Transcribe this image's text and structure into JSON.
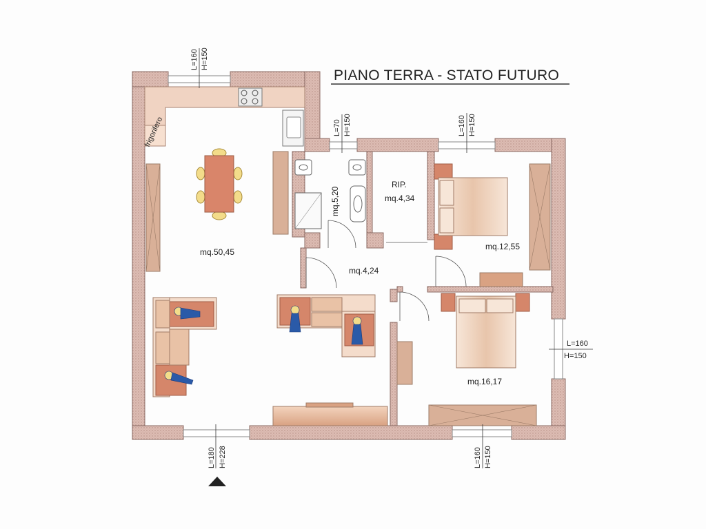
{
  "title": "PIANO TERRA - STATO FUTURO",
  "rooms": {
    "living": "mq.50,45",
    "bath": "mq.5,20",
    "storage_name": "RIP.",
    "storage_area": "mq.4,34",
    "hall": "mq.4,24",
    "bedroom1": "mq.12,55",
    "bedroom2": "mq.16,17"
  },
  "fridge_label": "frigorifero",
  "openings": {
    "w_living_top": {
      "l": "L=160",
      "h": "H=150"
    },
    "w_bath_top": {
      "l": "L=70",
      "h": "H=150"
    },
    "w_bed1_top": {
      "l": "L=160",
      "h": "H=150"
    },
    "w_bed2_right": {
      "l": "L=160",
      "h": "H=150"
    },
    "w_entrance": {
      "l": "L=180",
      "h": "H=228"
    },
    "w_bed2_bottom": {
      "l": "L=160",
      "h": "H=150"
    }
  },
  "colors": {
    "wall": "#d8b4ac",
    "wall_stroke": "#8a6a64",
    "wood": "#c9a58c",
    "sofa": "#e9c4a8",
    "sofa_dark": "#c97a5a",
    "bed": "#f1d6c1",
    "person": "#2a5aa8"
  }
}
